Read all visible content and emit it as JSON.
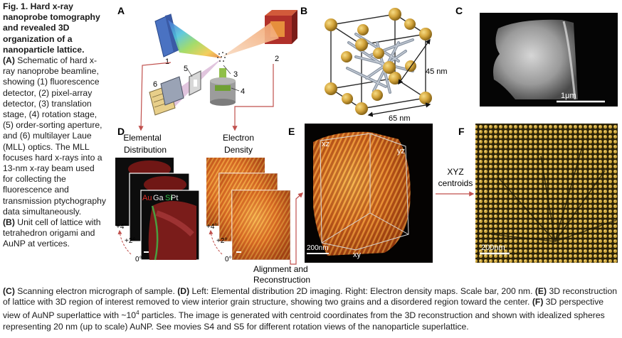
{
  "caption_left": {
    "fig_label": "Fig. 1.",
    "fig_title": "Hard x-ray nanoprobe tomography and revealed 3D organization of a nanoparticle lattice.",
    "A_tag": "(A)",
    "A_text": " Schematic of hard x-ray nanoprobe beamline, showing (1) fluorescence detector, (2) pixel-array detector, (3) translation stage, (4) rotation stage, (5) order-sorting aperture, and (6) multilayer Laue (MLL) optics. The MLL focuses hard x-rays into a 13-nm x-ray beam used for collecting the fluorescence and transmission ptychography data simultaneously.",
    "B_tag": "(B)",
    "B_text": " Unit cell of lattice with tetrahedron origami and AuNP at vertices."
  },
  "caption_bottom": {
    "C_tag": "(C)",
    "C_text": " Scanning electron micrograph of sample. ",
    "D_tag": "(D)",
    "D_text": " Left: Elemental distribution 2D imaging. Right: Electron density maps. Scale bar, 200 nm. ",
    "E_tag": "(E)",
    "E_text": " 3D reconstruction of lattice with 3D region of interest removed to view interior grain structure, showing two grains and a disordered region toward the center. ",
    "F_tag": "(F)",
    "F_text": " 3D perspective view of AuNP superlattice with ~10",
    "F_sup": "4",
    "F_text2": " particles. The image is generated with centroid coordinates from the 3D reconstruction and shown with idealized spheres representing 20 nm (up to scale) AuNP. See movies S4 and S5 for different rotation views of the nanoparticle superlattice."
  },
  "panels": {
    "A": "A",
    "B": "B",
    "C": "C",
    "D": "D",
    "E": "E",
    "F": "F"
  },
  "panel_a": {
    "n1": "1",
    "n2": "2",
    "n3": "3",
    "n4": "4",
    "n5": "5",
    "n6": "6"
  },
  "panel_b": {
    "dim_45": "45 nm",
    "dim_65": "65 nm"
  },
  "panel_c": {
    "scale": "1μm"
  },
  "panel_d": {
    "elemental_l1": "Elemental",
    "elemental_l2": "Distribution",
    "electron_l1": "Electron",
    "electron_l2": "Density",
    "el_au": "Au",
    "el_ga": "Ga",
    "el_si": "Si",
    "el_pt": "Pt",
    "angle_4": "+4°",
    "angle_2": "+2°",
    "angle_0": "0°",
    "angle_4b": "+4°",
    "angle_2b": "+2°",
    "angle_0b": "0°",
    "align_l1": "Alignment and",
    "align_l2": "Reconstruction"
  },
  "panel_e": {
    "xz": "xz",
    "yz": "yz",
    "xy": "xy",
    "scale": "200nm"
  },
  "panel_f": {
    "xyz_l1": "XYZ",
    "xyz_l2": "centroids",
    "scale": "200nm"
  },
  "colors": {
    "au": "#e0302a",
    "ga": "#e8e8e8",
    "si": "#33c04a",
    "pt": "#e8e8e8",
    "arrow": "#c0504d",
    "gold": "#c9a03a"
  }
}
